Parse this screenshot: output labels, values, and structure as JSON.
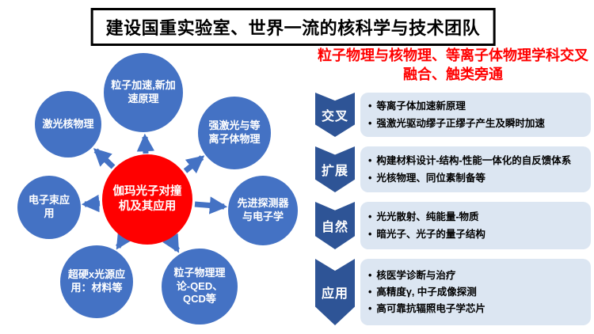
{
  "title": "建设国重实验室、世界一流的核科学与技术团队",
  "subtitle": "粒子物理与核物理、等离子体物理学科交叉融合、触类旁通",
  "diagram": {
    "center_label": "伽玛光子对撞机及其应用",
    "nodes": [
      {
        "label": "粒子加速,新加速原理"
      },
      {
        "label": "强激光与等离子体物理"
      },
      {
        "label": "激光核物理"
      },
      {
        "label": "电子束应用"
      },
      {
        "label": "先进探测器与电子学"
      },
      {
        "label": "超硬x光源应用：材料等"
      },
      {
        "label": "粒子物理理论-QED、QCD等"
      }
    ]
  },
  "sections": [
    {
      "label": "交叉",
      "items": [
        "等离子体加速新原理",
        "强激光驱动缪子正缪子产生及瞬时加速"
      ]
    },
    {
      "label": "扩展",
      "items": [
        "构建材料设计-结构-性能一体化的自反馈体系",
        "光核物理、同位素制备等"
      ]
    },
    {
      "label": "自然",
      "items": [
        "光光散射、纯能量-物质",
        "暗光子、光子的量子结构"
      ]
    },
    {
      "label": "应用",
      "items": [
        "核医学诊断与治疗",
        "高精度γ, 中子成像探测",
        "高可靠抗辐照电子学芯片"
      ]
    }
  ],
  "colors": {
    "node_blue": "#4472C4",
    "center_red": "#FF0000",
    "heading_red": "#FF0000",
    "chevron_blue": "#2E5496",
    "box_blue": "#DCE6F2"
  }
}
